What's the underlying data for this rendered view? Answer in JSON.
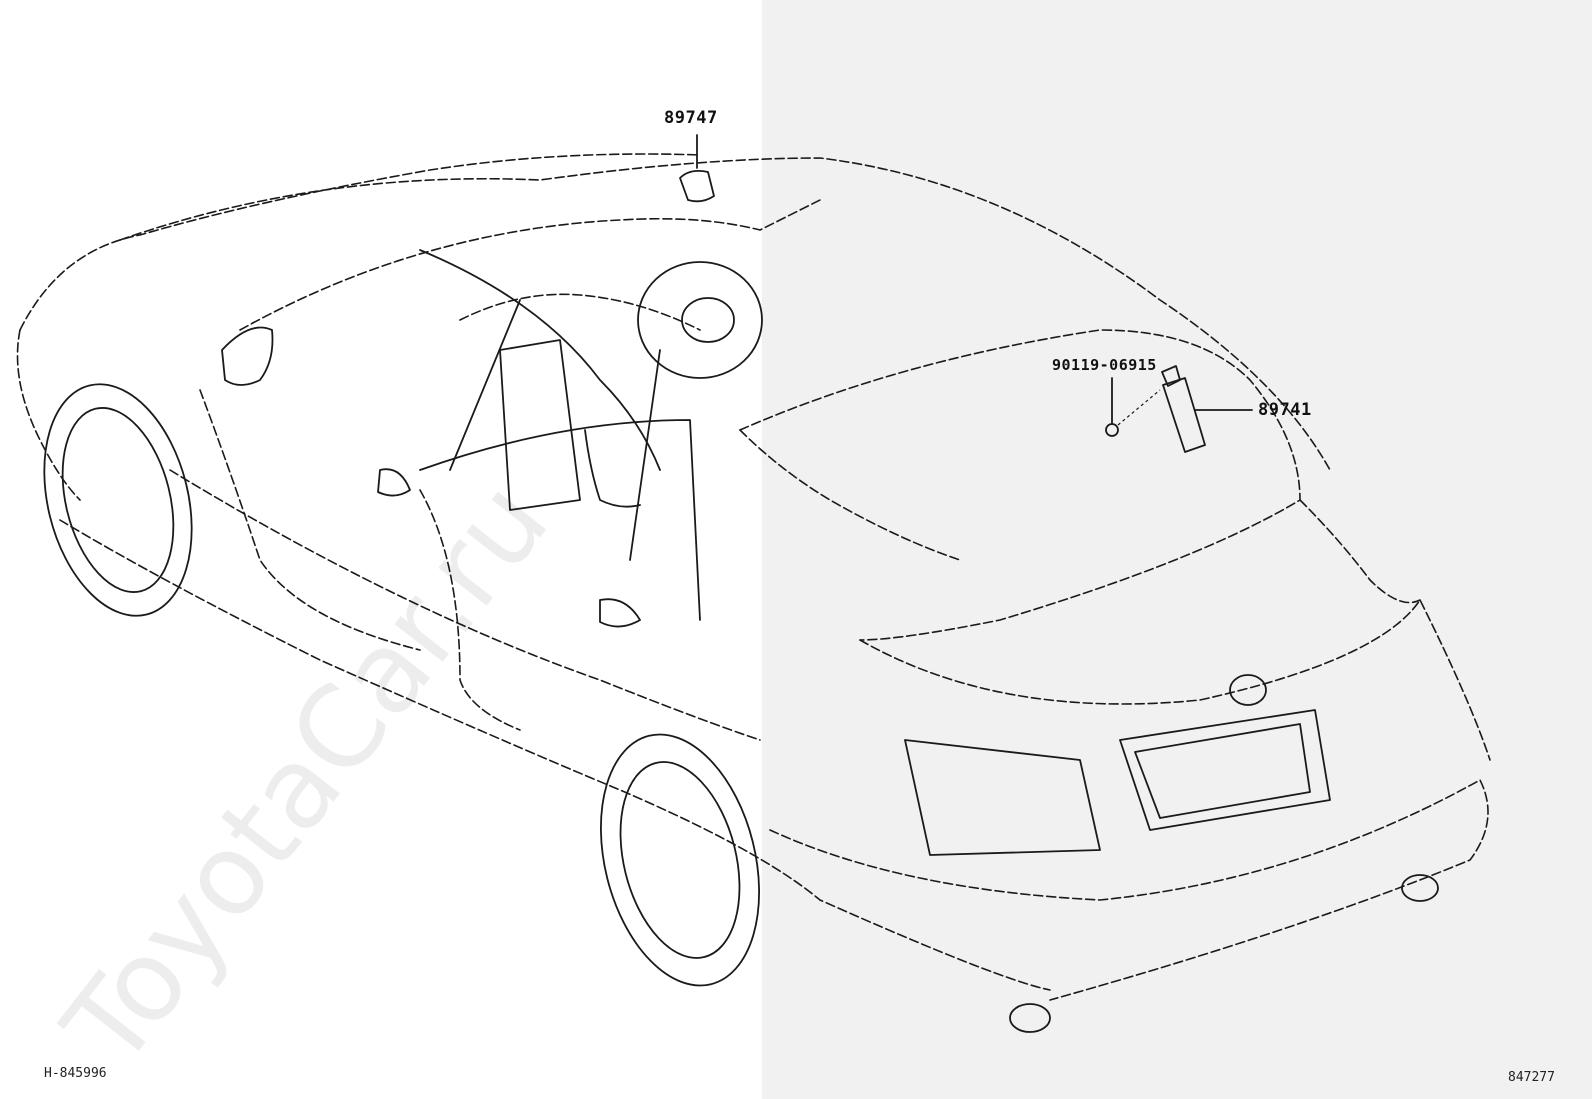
{
  "callouts": {
    "part_89747": "89747",
    "bolt_90119": "90119-06915",
    "part_89741": "89741"
  },
  "footer": {
    "left_code": "H-845996",
    "right_code": "847277"
  },
  "watermark": "ToyotaCar.ru",
  "colors": {
    "line": "#1a1a1a",
    "right_panel": "#f1f1f1",
    "background": "#ffffff"
  }
}
